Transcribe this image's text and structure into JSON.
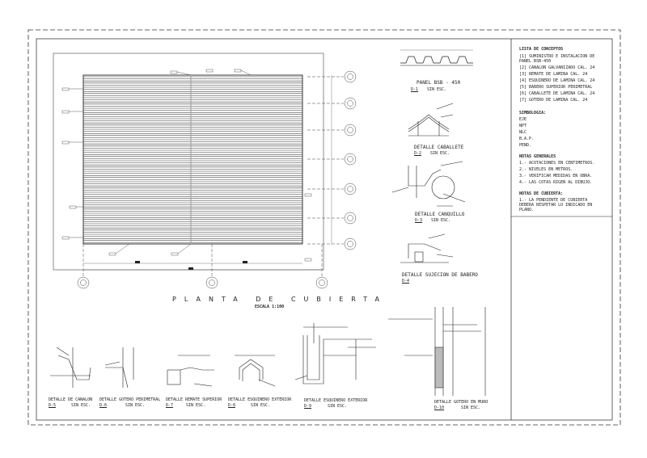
{
  "plan": {
    "title": "PLANTA DE CUBIERTA",
    "scale": "ESCALA 1:100"
  },
  "details": {
    "panel": {
      "title": "PANEL  BSB - 450",
      "tag": "D-1",
      "scale": "SIN ESC."
    },
    "caballete": {
      "title": "DETALLE CABALLETE",
      "tag": "D-2",
      "scale": "SIN ESC."
    },
    "canquillo": {
      "title": "DETALLE CANQUILLO",
      "tag": "D-3",
      "scale": "SIN ESC."
    },
    "babero": {
      "title": "DETALLE SUJECION DE BABERO",
      "tag": "D-4"
    },
    "canalon": {
      "title": "DETALLE DE CANALON",
      "tag": "D-5",
      "scale": "SIN ESC."
    },
    "gotero_perimetral": {
      "title": "DETALLE GOTERO PERIMETRAL",
      "tag": "D-6",
      "scale": "SIN ESC."
    },
    "remate": {
      "title": "DETALLE REMATE SUPERIOR",
      "tag": "D-7",
      "scale": "SIN ESC."
    },
    "esquinero_ext": {
      "title": "DETALLE ESQUINERO EXTERIOR",
      "tag": "D-8",
      "scale": "SIN ESC."
    },
    "esquinero_ext2": {
      "title": "DETALLE ESQUINERO EXTERIOR",
      "tag": "D-9",
      "scale": "SIN ESC."
    },
    "gotero_muro": {
      "title": "DETALLE GOTERO EN MURO",
      "tag": "D-10",
      "scale": "SIN ESC."
    }
  },
  "legend": {
    "conceptos_title": "LISTA DE CONCEPTOS",
    "conceptos": [
      {
        "tag": "1",
        "text": "SUMINISTRO E INSTALACION DE PANEL BSB-450"
      },
      {
        "tag": "2",
        "text": "CANALON GALVANIZADO CAL. 24"
      },
      {
        "tag": "3",
        "text": "REMATE DE LAMINA CAL. 24"
      },
      {
        "tag": "4",
        "text": "ESQUINERO DE LAMINA CAL. 24"
      },
      {
        "tag": "5",
        "text": "BABERO SUPERIOR PERIMETRAL"
      },
      {
        "tag": "6",
        "text": "CABALLETE DE LAMINA CAL. 24"
      },
      {
        "tag": "7",
        "text": "GOTERO DE LAMINA CAL. 24"
      }
    ],
    "simbologia_title": "SIMBOLOGIA:",
    "simbologia": [
      "EJE",
      "NPT",
      "NLC",
      "B.A.P.",
      "PEND."
    ],
    "notas_title": "NOTAS GENERALES",
    "notas": [
      "1.- ACOTACIONES EN CENTIMETROS.",
      "2.- NIVELES EN METROS.",
      "3.- VERIFICAR MEDIDAS EN OBRA.",
      "4.- LAS COTAS RIGEN AL DIBUJO."
    ],
    "notas_cubierta_title": "NOTAS DE CUBIERTA:",
    "notas_cubierta": [
      "1.- LA PENDIENTE DE CUBIERTA DEBERA RESPETAR LO INDICADO EN PLANO."
    ]
  },
  "colors": {
    "line": "#222222",
    "roof": "#3a3a3a",
    "dim": "#555555"
  }
}
